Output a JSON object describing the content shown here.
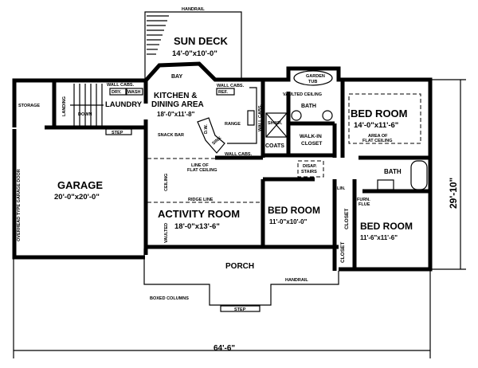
{
  "plan": {
    "rooms": {
      "sun_deck": {
        "name": "SUN DECK",
        "size": "14'-0\"x10'-0\""
      },
      "kitchen": {
        "name_line1": "KITCHEN &",
        "name_line2": "DINING AREA",
        "size": "18'-0\"x11'-8\""
      },
      "storage": {
        "name": "STORAGE"
      },
      "laundry": {
        "name": "LAUNDRY"
      },
      "garage": {
        "name": "GARAGE",
        "size": "20'-0\"x20'-0\""
      },
      "activity": {
        "name": "ACTIVITY ROOM",
        "size": "18'-0\"x13'-6\""
      },
      "master_bed": {
        "name": "BED ROOM",
        "size": "14'-0\"x11'-6\""
      },
      "bed2": {
        "name": "BED ROOM",
        "size": "11'-0\"x10'-0\""
      },
      "bed3": {
        "name": "BED ROOM",
        "size": "11'-6\"x11'-6\""
      },
      "porch": {
        "name": "PORCH"
      },
      "bath1": {
        "name": "BATH"
      },
      "bath2": {
        "name": "BATH"
      },
      "walkin": {
        "name_line1": "WALK-IN",
        "name_line2": "CLOSET"
      },
      "coats": {
        "name": "COATS"
      }
    },
    "notes": {
      "handrail_top": "HANDRAIL",
      "handrail_porch": "HANDRAIL",
      "bay": "BAY",
      "wall_cabs_1": "WALL CABS.",
      "wall_cabs_2": "WALL CABS.",
      "wall_cabs_3": "WALL CABS.",
      "wall_cabs_4": "WALL CABS.",
      "dryer": "DRY.",
      "wash": "WASH",
      "ref": "REF.",
      "range": "RANGE",
      "dw": "D.W.",
      "sink": "SINK",
      "snack_bar": "SNACK BAR",
      "landing": "LANDING",
      "down": "DOWN",
      "step_laundry": "STEP",
      "step_porch": "STEP",
      "garden_tub_1": "GARDEN",
      "garden_tub_2": "TUB",
      "vaulted_ceiling": "VAULTED    CEILING",
      "shower": "SHWR.",
      "area_flat_ceiling_1": "AREA OF",
      "area_flat_ceiling_2": "FLAT CEILING",
      "disap_stairs_1": "DISAP.",
      "disap_stairs_2": "STAIRS",
      "line_flat_ceiling_1": "LINE OF",
      "line_flat_ceiling_2": "FLAT CEILING",
      "ceiling": "CEILING",
      "vaulted": "VAULTED",
      "ridge_line": "RIDGE LINE",
      "lin": "LIN.",
      "furn_flue_1": "FURN.",
      "furn_flue_2": "FLUE",
      "closet_1": "CLOSET",
      "closet_2": "CLOSET",
      "garage_door": "OVERHEAD TYPE GARAGE DOOR",
      "boxed_columns": "BOXED COLUMNS"
    },
    "dimensions": {
      "width": "64'-6\"",
      "depth": "29'-10\""
    }
  }
}
